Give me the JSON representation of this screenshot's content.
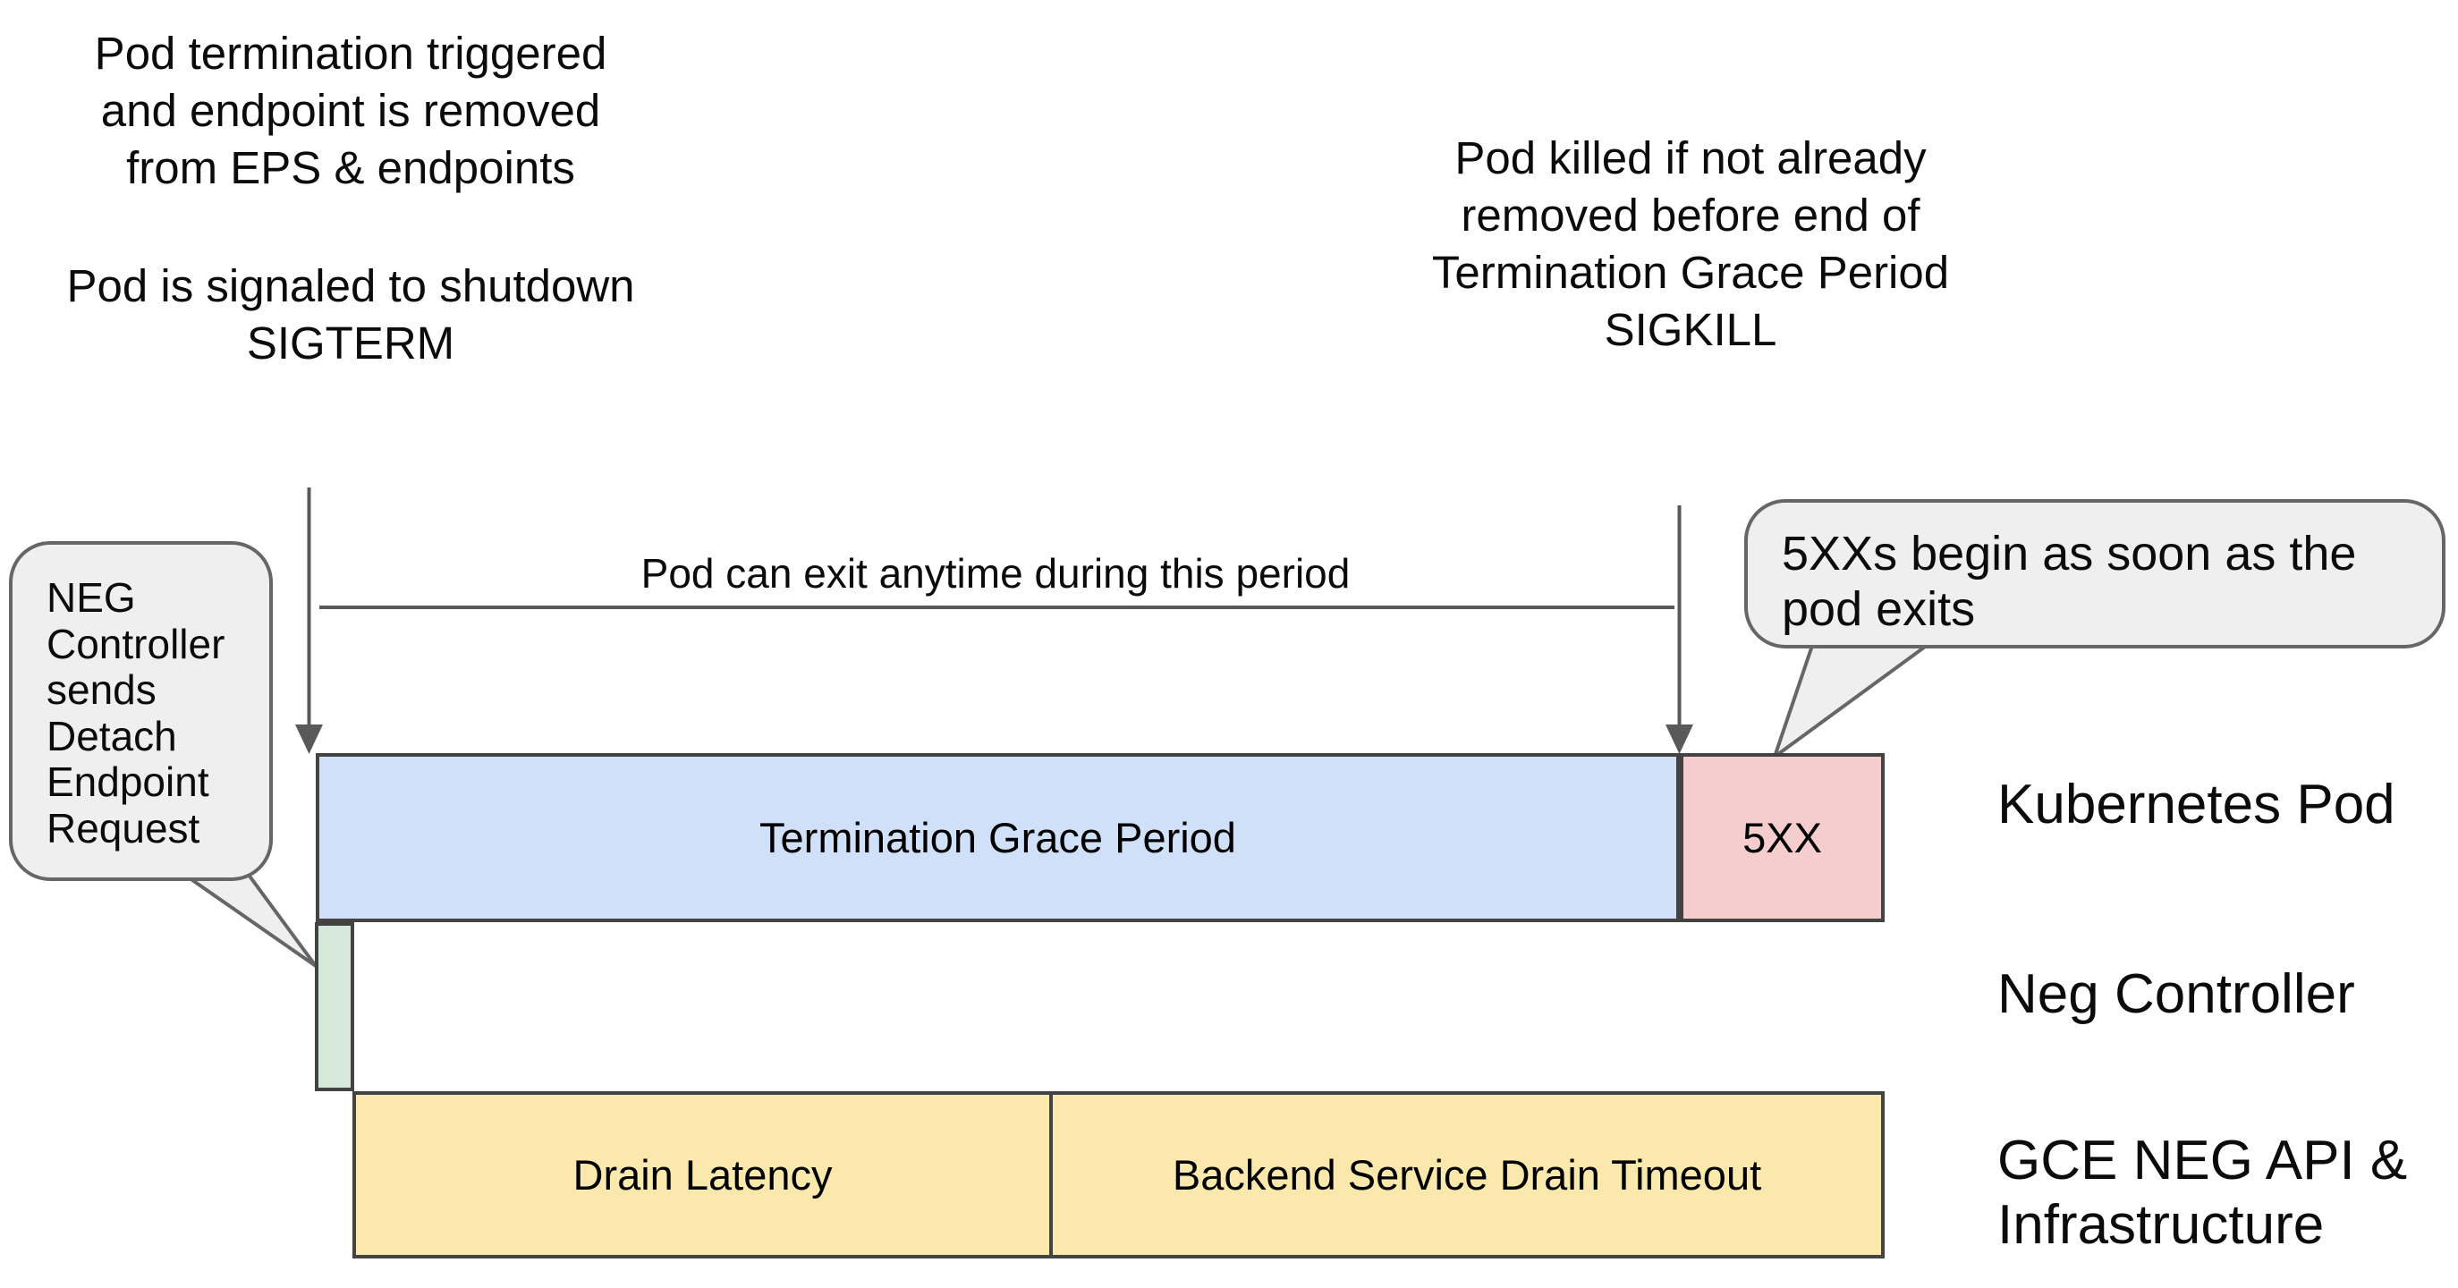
{
  "annotations": {
    "top_left": {
      "para1_line1": "Pod termination triggered",
      "para1_line2": "and endpoint is removed",
      "para1_line3": "from EPS & endpoints",
      "para2_line1": "Pod is signaled to shutdown",
      "para2_line2": "SIGTERM"
    },
    "top_right": {
      "line1": "Pod killed if not already",
      "line2": "removed before end of",
      "line3": "Termination Grace Period",
      "line4": "SIGKILL"
    },
    "period_label": "Pod can exit anytime during this period"
  },
  "callouts": {
    "left": {
      "lines": [
        "NEG",
        "Controller",
        "sends",
        "Detach",
        "Endpoint",
        "Request"
      ]
    },
    "right": {
      "line1": "5XXs begin as soon as the",
      "line2": "pod exits"
    }
  },
  "timeline": {
    "grace_bar_label": "Termination Grace Period",
    "error_bar_label": "5XX",
    "drain_latency_label": "Drain Latency",
    "backend_drain_label": "Backend Service Drain Timeout"
  },
  "row_labels": {
    "kubernetes_pod": "Kubernetes Pod",
    "neg_controller": "Neg Controller",
    "gce_line1": "GCE NEG API &",
    "gce_line2": "Infrastructure"
  },
  "colors": {
    "grace_bar_fill": "#cfe0f8",
    "error_bar_fill": "#f5cdcc",
    "neg_bar_fill": "#d5e8d9",
    "drain_bar_fill": "#fbe8ac",
    "bar_border": "#434343",
    "bubble_fill": "#efefef",
    "bubble_border": "#666666",
    "line_color": "#595959",
    "text_color": "#000000"
  }
}
